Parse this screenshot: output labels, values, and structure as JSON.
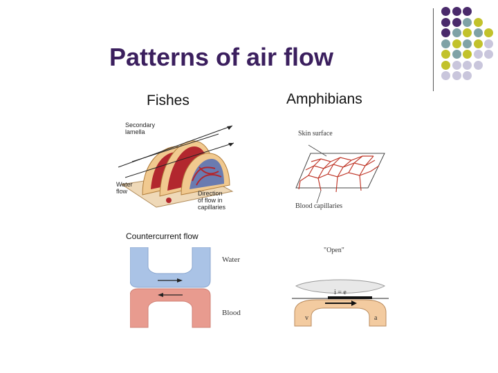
{
  "slide": {
    "title": "Patterns of air flow"
  },
  "columns": {
    "fishes": "Fishes",
    "amphibians": "Amphibians"
  },
  "gill_figure": {
    "secondary_lamella": "Secondary\nlamella",
    "water_flow": "Water\nflow",
    "direction_flow": "Direction\nof flow in\ncapillaries"
  },
  "countercurrent": {
    "heading": "Countercurrent flow",
    "water": "Water",
    "blood": "Blood"
  },
  "skin_figure": {
    "skin_surface": "Skin surface",
    "blood_capillaries": "Blood capillaries"
  },
  "open_figure": {
    "open_label": "\"Open\"",
    "i_equals_e": "i = e",
    "v": "v",
    "a": "a"
  },
  "decor": {
    "colors": {
      "purple": "#4a2a6b",
      "teal": "#7fa2a6",
      "yellow": "#c2c22b",
      "lavender": "#c9c6dc"
    },
    "dot_grid": [
      [
        "purple",
        "purple",
        "purple",
        "",
        ""
      ],
      [
        "purple",
        "purple",
        "teal",
        "yellow",
        ""
      ],
      [
        "purple",
        "teal",
        "yellow",
        "teal",
        "yellow"
      ],
      [
        "teal",
        "yellow",
        "teal",
        "yellow",
        "lavender"
      ],
      [
        "yellow",
        "teal",
        "yellow",
        "lavender",
        "lavender"
      ],
      [
        "yellow",
        "lavender",
        "lavender",
        "lavender",
        ""
      ],
      [
        "lavender",
        "lavender",
        "lavender",
        "",
        ""
      ]
    ]
  }
}
